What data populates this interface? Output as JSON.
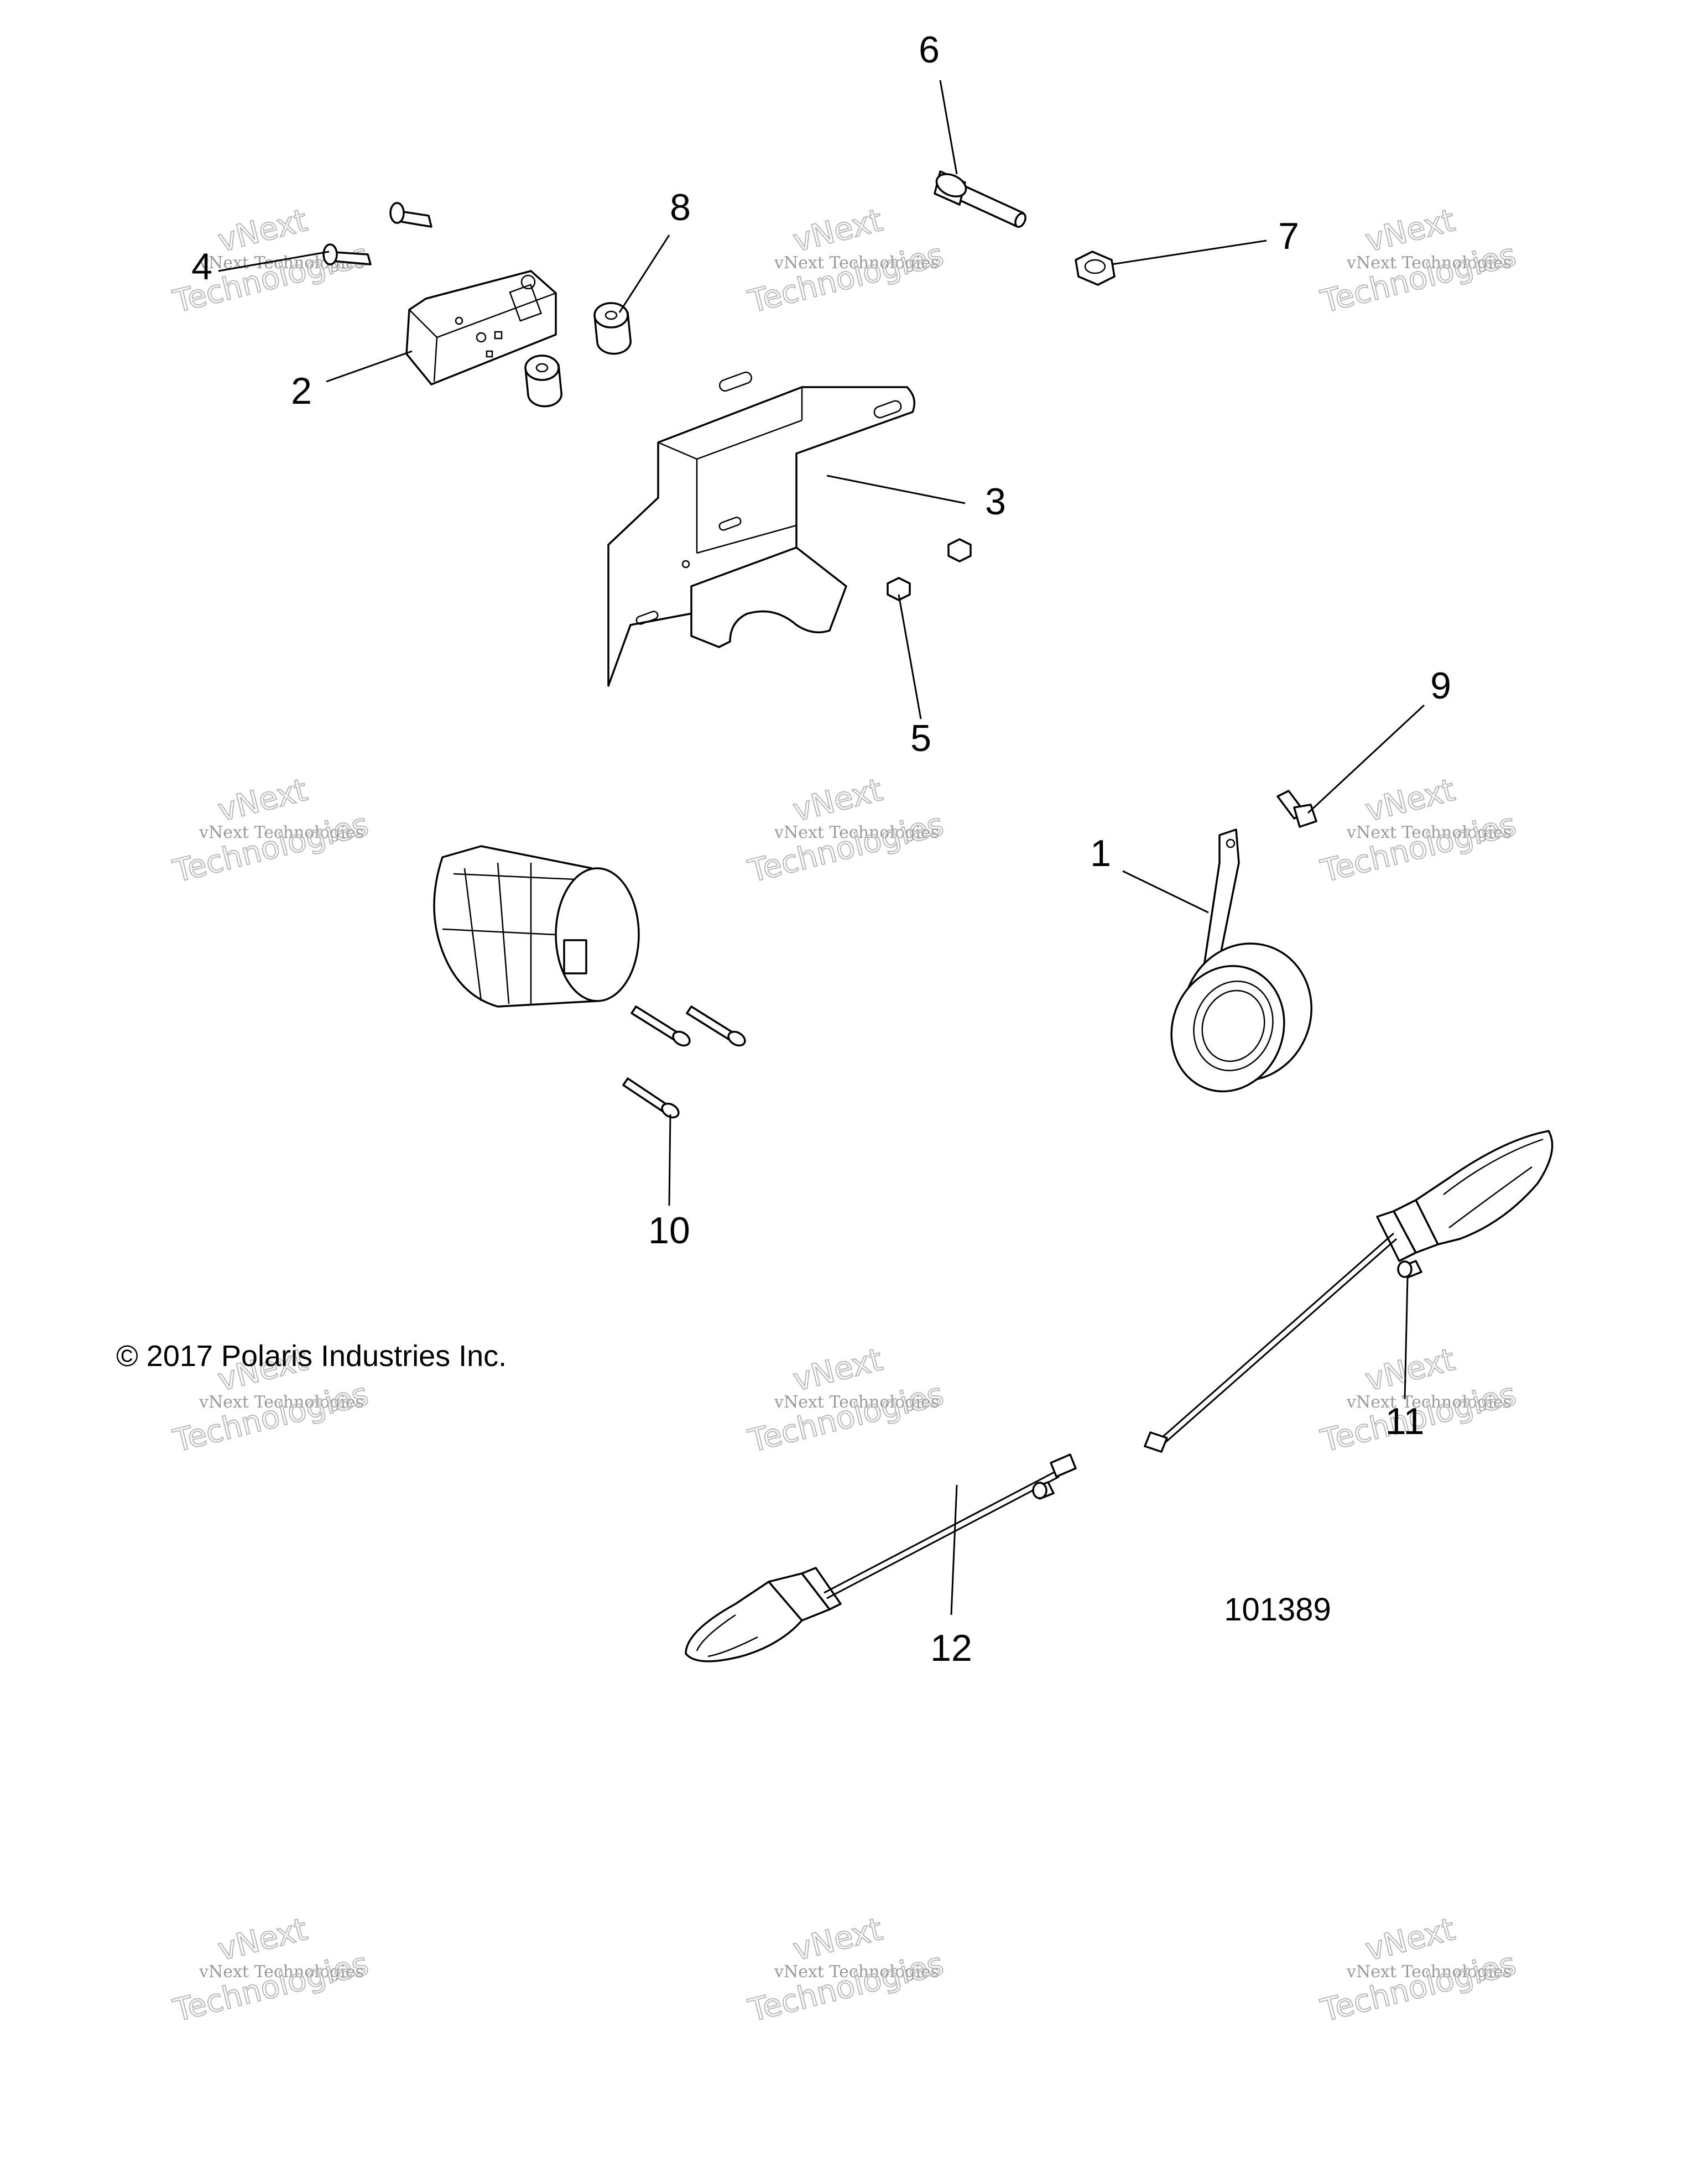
{
  "diagram": {
    "copyright": "© 2017 Polaris Industries Inc.",
    "part_number": "101389",
    "callouts": [
      {
        "id": "1",
        "label": "1"
      },
      {
        "id": "2",
        "label": "2"
      },
      {
        "id": "3",
        "label": "3"
      },
      {
        "id": "4",
        "label": "4"
      },
      {
        "id": "5",
        "label": "5"
      },
      {
        "id": "6",
        "label": "6"
      },
      {
        "id": "7",
        "label": "7"
      },
      {
        "id": "8",
        "label": "8"
      },
      {
        "id": "9",
        "label": "9"
      },
      {
        "id": "10",
        "label": "10"
      },
      {
        "id": "11",
        "label": "11"
      },
      {
        "id": "12",
        "label": "12"
      }
    ]
  },
  "watermark": {
    "line1": "vNext Technologies",
    "line2": "vNext",
    "line3": "Technologies"
  }
}
